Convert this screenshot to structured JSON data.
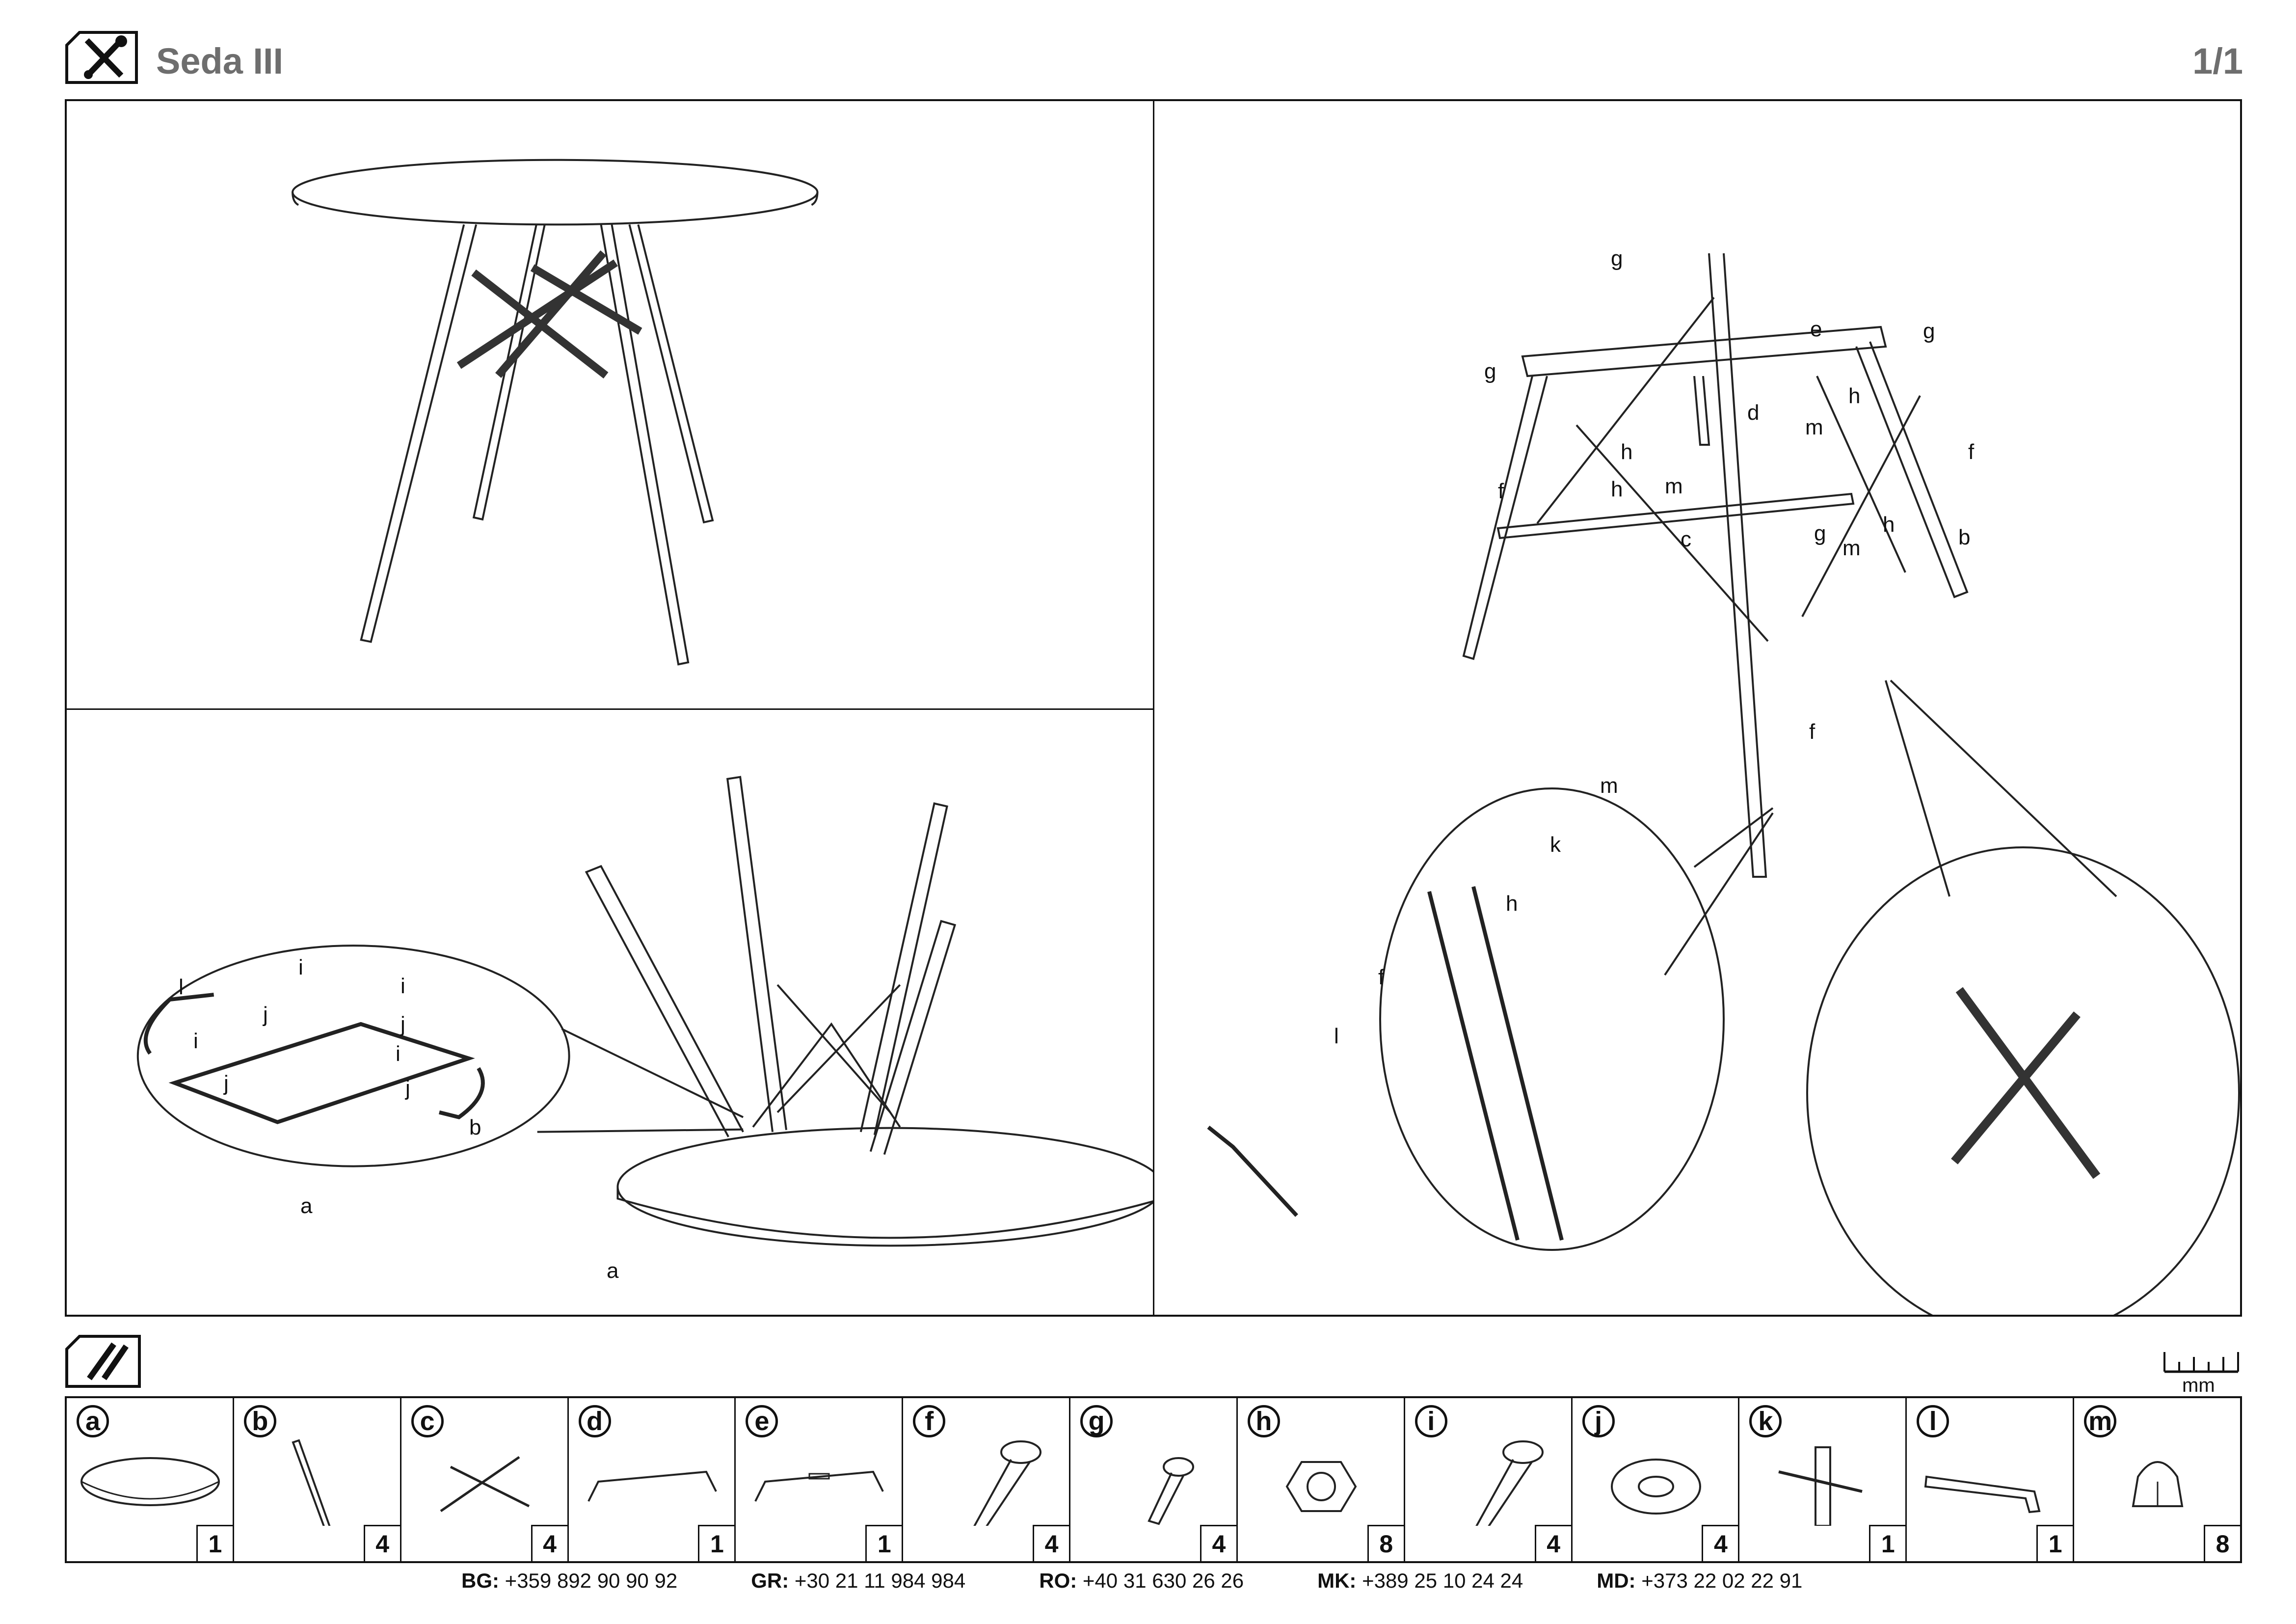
{
  "header": {
    "title": "Seda III",
    "page": "1/1",
    "tools_icon": "tools-icon"
  },
  "panels": {
    "assembled_table": {
      "icon": "assembled-table-illustration"
    },
    "step_attach_top": {
      "labels": [
        "l",
        "i",
        "i",
        "i",
        "j",
        "j",
        "j",
        "j",
        "i",
        "b",
        "a",
        "a"
      ]
    },
    "step_frame": {
      "labels": [
        "g",
        "e",
        "g",
        "g",
        "h",
        "m",
        "d",
        "f",
        "h",
        "m",
        "h",
        "f",
        "c",
        "g",
        "m",
        "h",
        "b",
        "f",
        "m",
        "k",
        "h",
        "f",
        "l"
      ]
    }
  },
  "parts_header": {
    "icon": "parts-list-icon",
    "unit": "mm"
  },
  "parts": [
    {
      "letter": "a",
      "qty": "1",
      "icon": "tabletop-icon"
    },
    {
      "letter": "b",
      "qty": "4",
      "icon": "leg-icon"
    },
    {
      "letter": "c",
      "qty": "4",
      "icon": "cross-brace-icon"
    },
    {
      "letter": "d",
      "qty": "1",
      "icon": "rail-icon"
    },
    {
      "letter": "e",
      "qty": "1",
      "icon": "rail-slotted-icon"
    },
    {
      "letter": "f",
      "qty": "4",
      "icon": "long-screw-icon"
    },
    {
      "letter": "g",
      "qty": "4",
      "icon": "short-screw-icon"
    },
    {
      "letter": "h",
      "qty": "8",
      "icon": "hex-nut-icon"
    },
    {
      "letter": "i",
      "qty": "4",
      "icon": "bolt-icon"
    },
    {
      "letter": "j",
      "qty": "4",
      "icon": "washer-icon"
    },
    {
      "letter": "k",
      "qty": "1",
      "icon": "t-wrench-icon"
    },
    {
      "letter": "l",
      "qty": "1",
      "icon": "allen-key-icon"
    },
    {
      "letter": "m",
      "qty": "8",
      "icon": "cap-nut-icon"
    }
  ],
  "contacts": [
    {
      "code": "BG:",
      "phone": "+359 892 90 90 92"
    },
    {
      "code": "GR:",
      "phone": "+30 21 11 984 984"
    },
    {
      "code": "RO:",
      "phone": "+40 31 630 26 26"
    },
    {
      "code": "MK:",
      "phone": "+389 25 10 24 24"
    },
    {
      "code": "MD:",
      "phone": "+373 22 02 22 91"
    }
  ]
}
